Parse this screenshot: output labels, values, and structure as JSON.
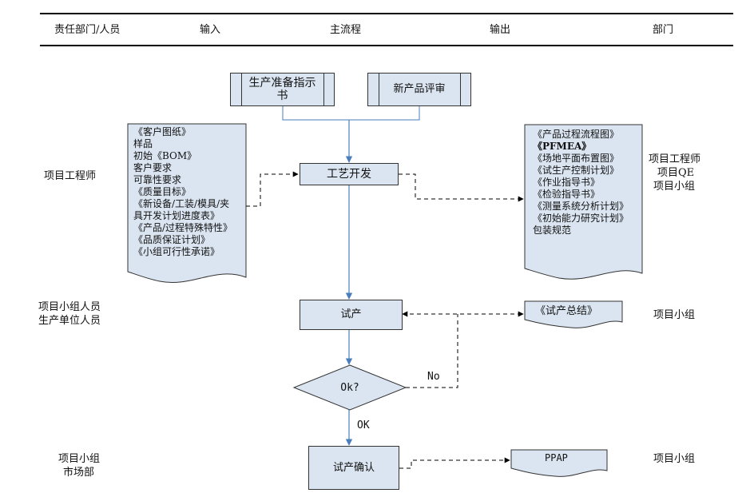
{
  "header": {
    "col1": "责任部门/人员",
    "col2": "输入",
    "col3": "主流程",
    "col4": "输出",
    "col5": "部门"
  },
  "left_labels": {
    "r1": "项目工程师",
    "r2a": "项目小组人员",
    "r2b": "生产单位人员",
    "r3a": "项目小组",
    "r3b": "市场部"
  },
  "right_labels": {
    "r1a": "项目工程师",
    "r1b": "项目QE",
    "r1c": "项目小组",
    "r2": "项目小组",
    "r3": "项目小组"
  },
  "top_boxes": {
    "prep_line1": "生产准备指示",
    "prep_line2": "书",
    "review": "新产品评审"
  },
  "process": {
    "dev": "工艺开发",
    "trial": "试产",
    "decision": "Ok?",
    "confirm": "试产确认",
    "yes_label": "OK",
    "no_label": "No"
  },
  "input_doc": [
    "《客户图纸》",
    "样品",
    "初始《BOM》",
    "客户要求",
    "可靠性要求",
    "《质量目标》",
    "《新设备/工装/模具/夹",
    "具开发计划进度表》",
    "《产品/过程特殊特性》",
    "《品质保证计划》",
    "《小组可行性承诺》"
  ],
  "output_doc": [
    "《产品过程流程图》",
    "《PFMEA》",
    "《场地平面布置图》",
    "《试生产控制计划》",
    "《作业指导书》",
    "《检验指导书》",
    "《测量系统分析计划》",
    "《初始能力研究计划》",
    "包装规范"
  ],
  "trial_output": "《试产总结》",
  "ppap": "PPAP",
  "colors": {
    "box_fill": "#dbe5f1",
    "arrow_blue": "#4a7ebb"
  }
}
